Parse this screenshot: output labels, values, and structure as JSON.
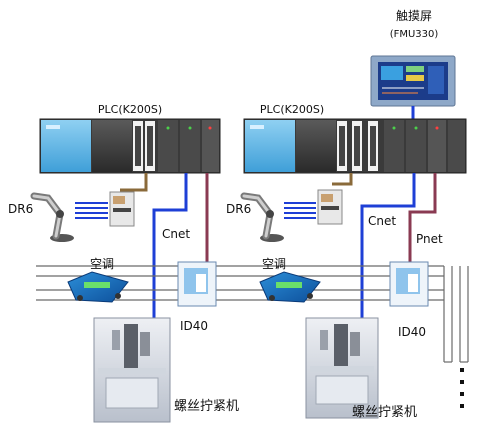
{
  "touchscreen": {
    "title": "触摸屏",
    "model": "(FMU330)"
  },
  "left_station": {
    "plc_label": "PLC(K200S)",
    "robot_label": "DR6",
    "cnet_label": "Cnet",
    "ac_label": "空调",
    "id_label": "ID40",
    "machine_label": "螺丝拧紧机"
  },
  "right_station": {
    "plc_label": "PLC(K200S)",
    "robot_label": "DR6",
    "cnet_label": "Cnet",
    "pnet_label": "Pnet",
    "ac_label": "空调",
    "id_label": "ID40",
    "machine_label": "螺丝拧紧机"
  },
  "colors": {
    "cnet_cable": "#1e3fd6",
    "pnet_cable": "#8a3a52",
    "plc_cpu": "#5fb7e8",
    "conveyor": "#6a6a6a"
  }
}
